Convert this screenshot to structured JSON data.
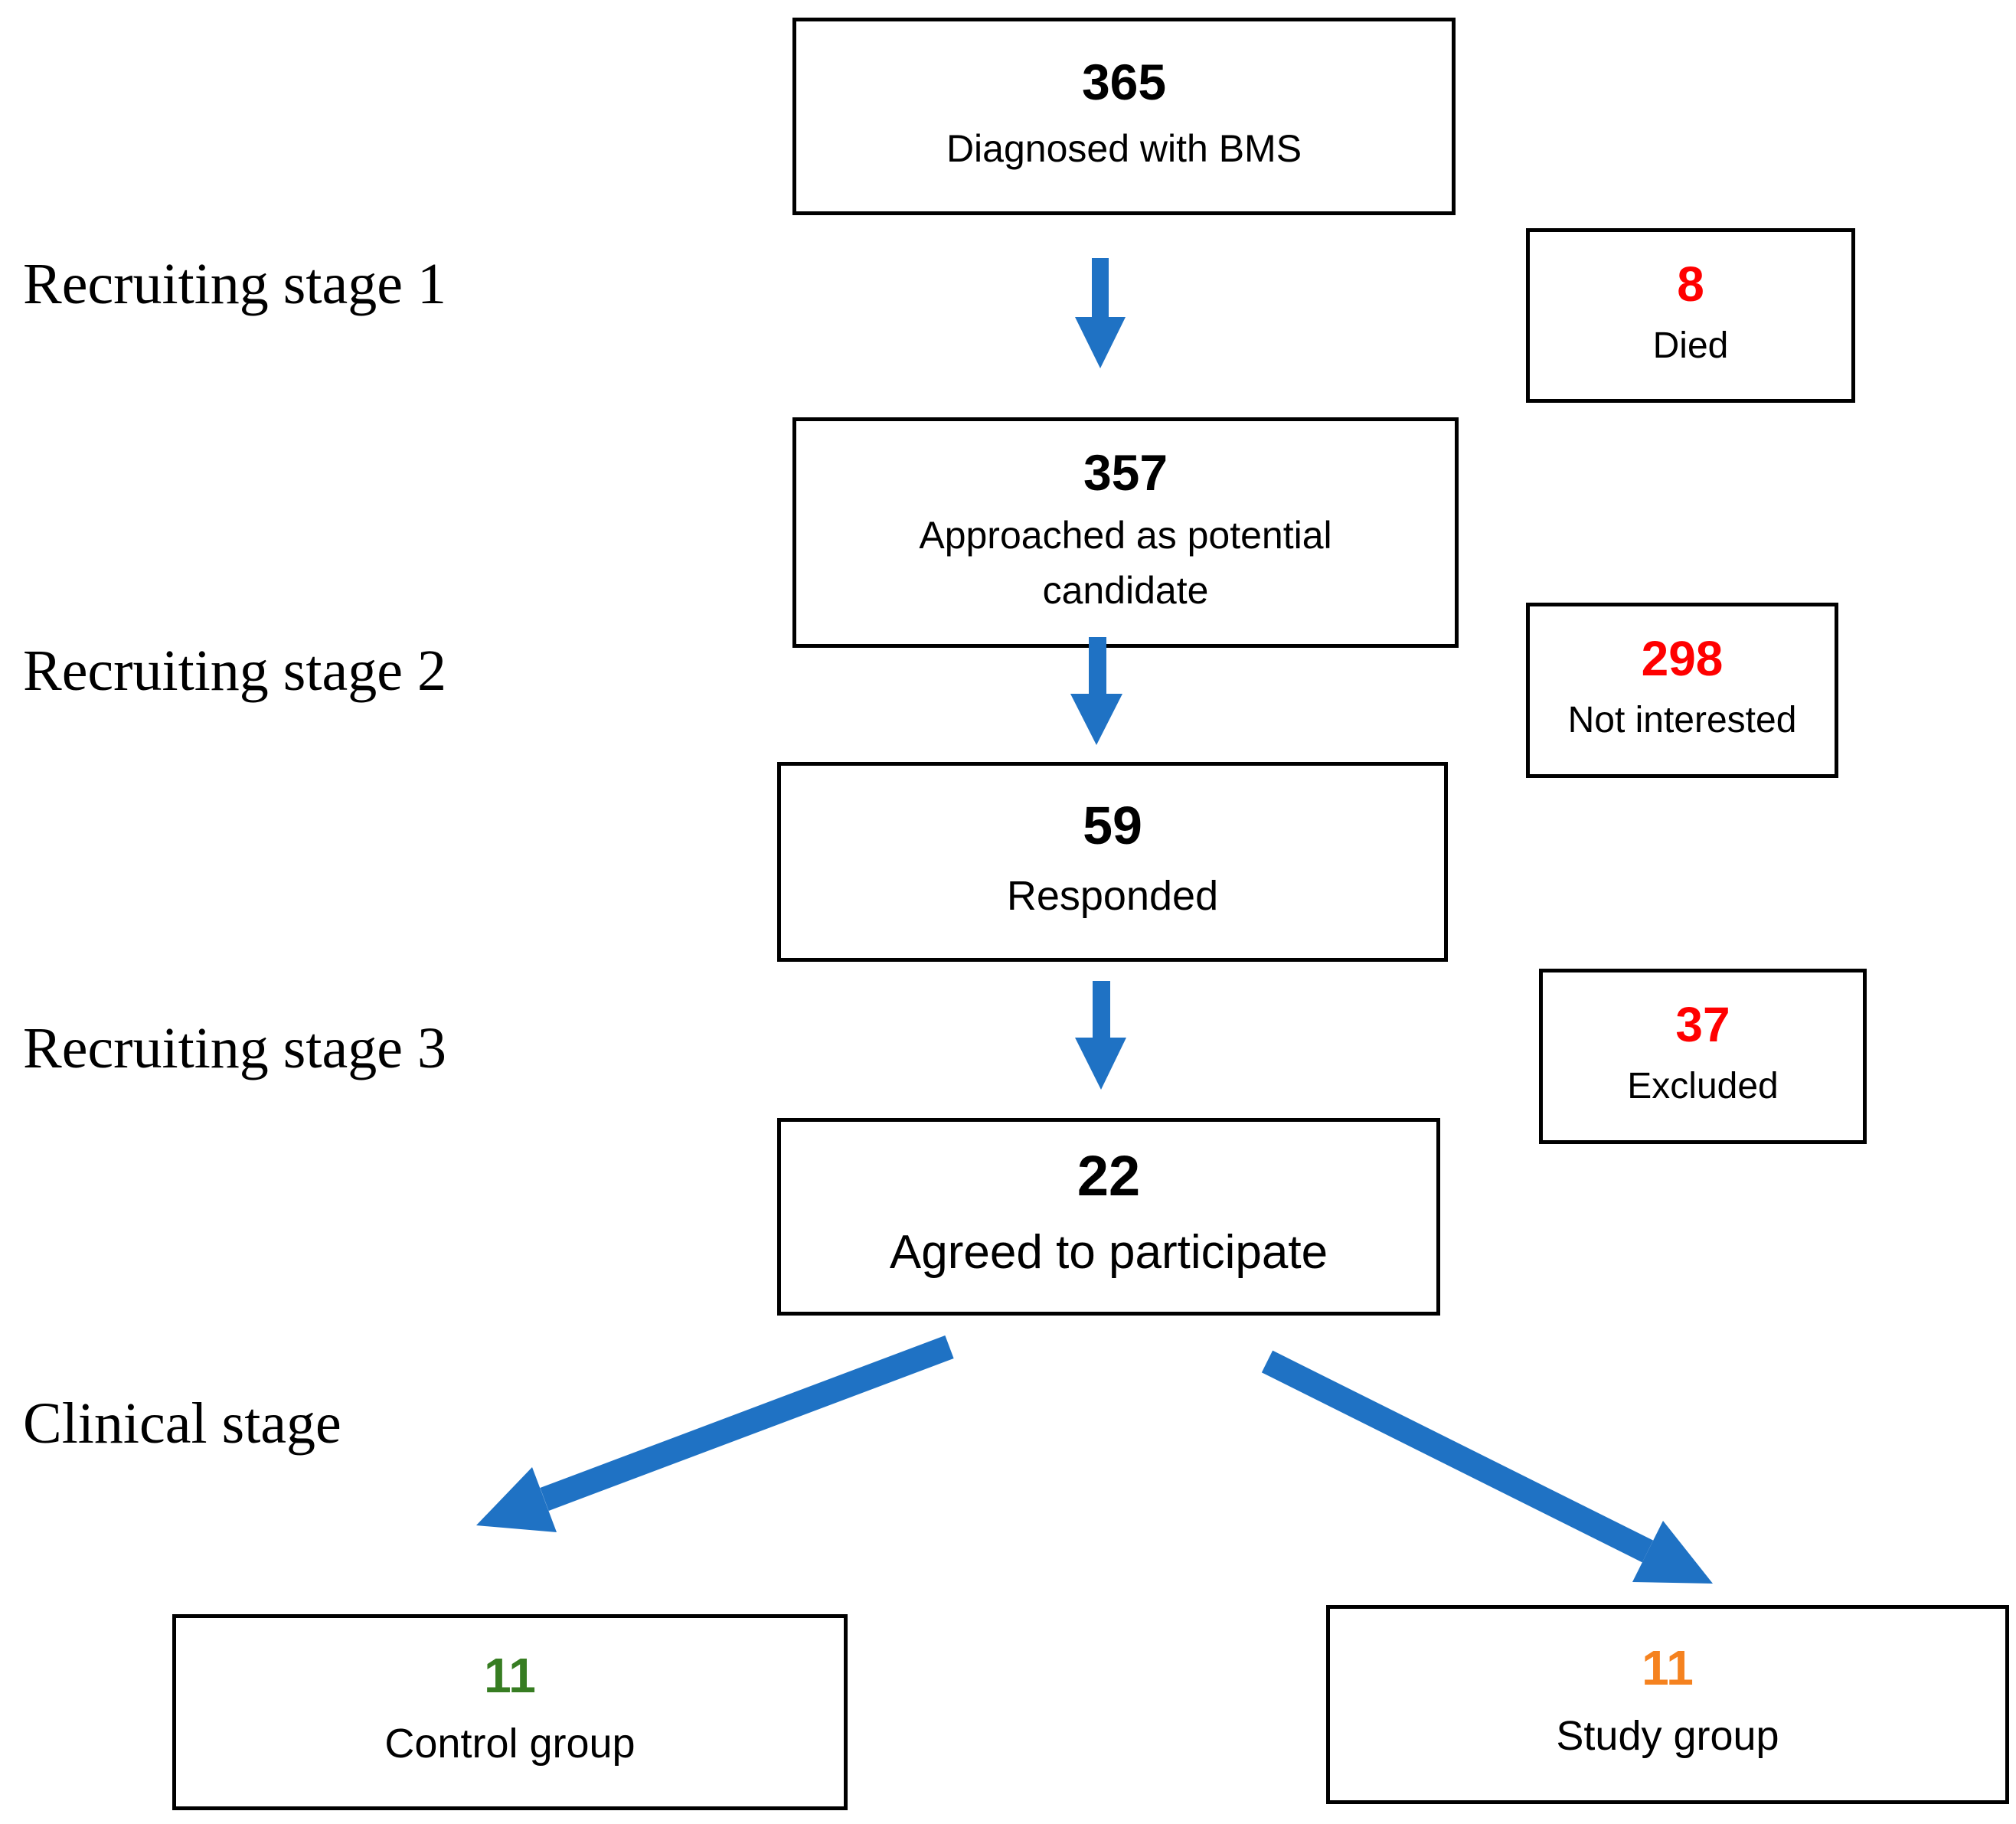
{
  "stages": {
    "labels": [
      "Recruiting stage 1",
      "Recruiting stage 2",
      "Recruiting stage 3",
      "Clinical stage"
    ]
  },
  "flow": {
    "diagnosed": {
      "number": "365",
      "label": "Diagnosed with BMS"
    },
    "approached": {
      "number": "357",
      "label": "Approached as potential candidate"
    },
    "responded": {
      "number": "59",
      "label": "Responded"
    },
    "agreed": {
      "number": "22",
      "label": "Agreed to participate"
    },
    "control": {
      "number": "11",
      "label": "Control group"
    },
    "study": {
      "number": "11",
      "label": "Study group"
    }
  },
  "exclusions": {
    "died": {
      "number": "8",
      "label": "Died"
    },
    "not_interested": {
      "number": "298",
      "label": "Not interested"
    },
    "excluded": {
      "number": "37",
      "label": "Excluded"
    }
  },
  "colors": {
    "arrow_blue": "#1F72C4",
    "exclusion_red": "#FF0000",
    "control_green": "#377D22",
    "study_orange": "#F5821F",
    "box_border": "#000000",
    "text": "#000000"
  }
}
